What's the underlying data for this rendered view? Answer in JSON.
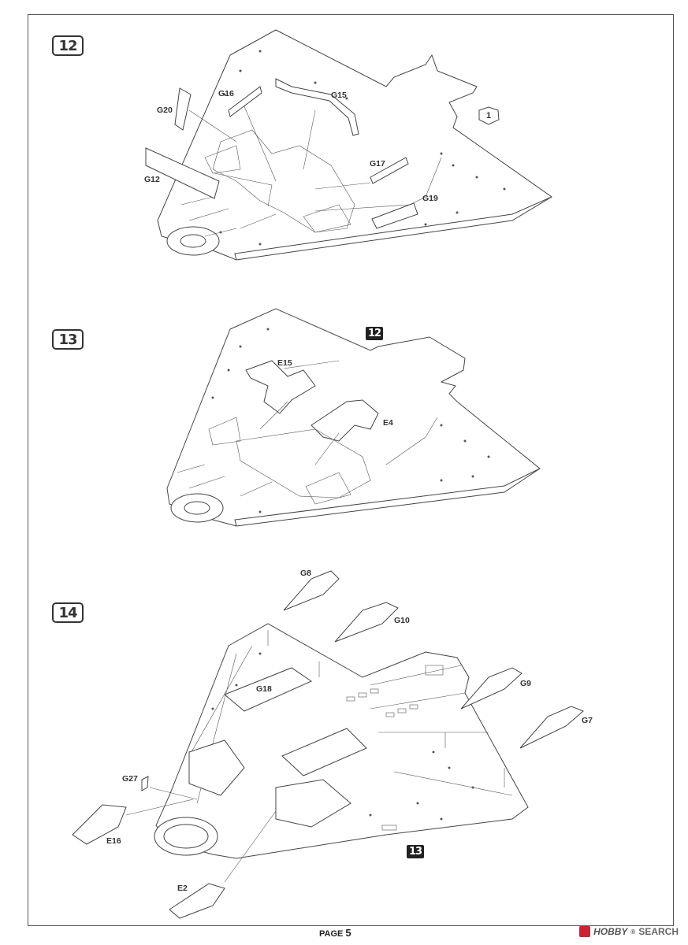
{
  "steps": {
    "s12": {
      "badge": "12",
      "parts": [
        "G16",
        "G15",
        "G20",
        "G12",
        "G17",
        "G19"
      ],
      "ref": "1"
    },
    "s13": {
      "badge": "13",
      "ref_badge": "12",
      "parts": [
        "E15",
        "E4"
      ]
    },
    "s14": {
      "badge": "14",
      "ref_badge": "13",
      "parts": [
        "G8",
        "G10",
        "G18",
        "G9",
        "G7",
        "G27",
        "E16",
        "E2"
      ]
    }
  },
  "footer": {
    "page_label": "PAGE",
    "page_number": "5"
  },
  "watermark": {
    "brand": "HOBBY",
    "search": "SEARCH",
    "mark": "®"
  }
}
